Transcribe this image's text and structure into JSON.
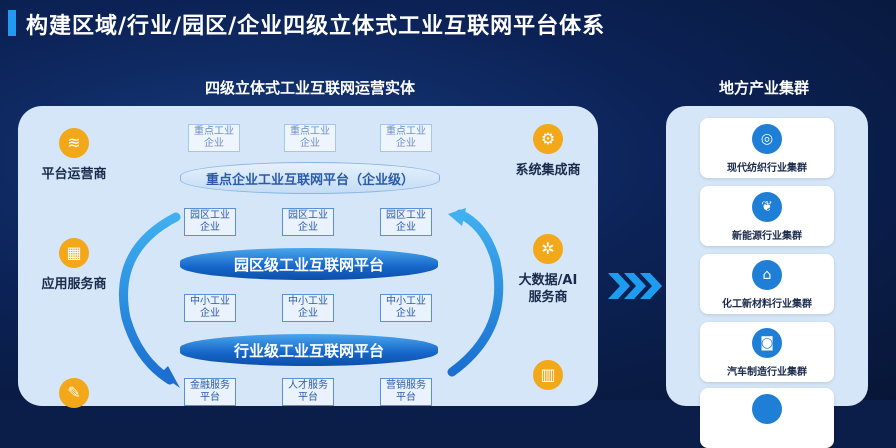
{
  "title": "构建区域/行业/园区/企业四级立体式工业互联网平台体系",
  "left_heading": "四级立体式工业互联网运营实体",
  "right_heading": "地方产业集群",
  "left_side": [
    {
      "label": "平台运营商",
      "icon": "stack-icon"
    },
    {
      "label": "应用服务商",
      "icon": "apps-icon"
    },
    {
      "label": "",
      "icon": "wrench-icon"
    }
  ],
  "right_side": [
    {
      "label": "系统集成商",
      "icon": "gear-icon"
    },
    {
      "label": "大数据/AI服务商",
      "icon": "network-icon"
    },
    {
      "label": "",
      "icon": "chart-icon"
    }
  ],
  "layers": {
    "enterprise": {
      "boxes": [
        [
          "重点工业",
          "企业"
        ],
        [
          "重点工业",
          "企业"
        ],
        [
          "重点工业",
          "企业"
        ]
      ],
      "platform": "重点企业工业互联网平台（企业级）"
    },
    "park": {
      "boxes": [
        [
          "园区工业",
          "企业"
        ],
        [
          "园区工业",
          "企业"
        ],
        [
          "园区工业",
          "企业"
        ]
      ],
      "platform": "园区级工业互联网平台"
    },
    "industry": {
      "boxes": [
        [
          "中小工业",
          "企业"
        ],
        [
          "中小工业",
          "企业"
        ],
        [
          "中小工业",
          "企业"
        ]
      ],
      "platform": "行业级工业互联网平台"
    },
    "service": {
      "boxes": [
        [
          "金融服务",
          "平台"
        ],
        [
          "人才服务",
          "平台"
        ],
        [
          "营销服务",
          "平台"
        ]
      ]
    }
  },
  "clusters": [
    {
      "label": "现代纺织行业集群",
      "icon": "textile-icon"
    },
    {
      "label": "新能源行业集群",
      "icon": "leaf-icon"
    },
    {
      "label": "化工新材料行业集群",
      "icon": "factory-icon"
    },
    {
      "label": "汽车制造行业集群",
      "icon": "car-icon"
    },
    {
      "label": "",
      "icon": "cluster-icon"
    }
  ],
  "colors": {
    "background": "#0b1e4a",
    "panel": "#d4e6f8",
    "accent_orange": "#f3a81a",
    "accent_blue": "#1f7fd6",
    "platform_blue": "#1565c8"
  }
}
